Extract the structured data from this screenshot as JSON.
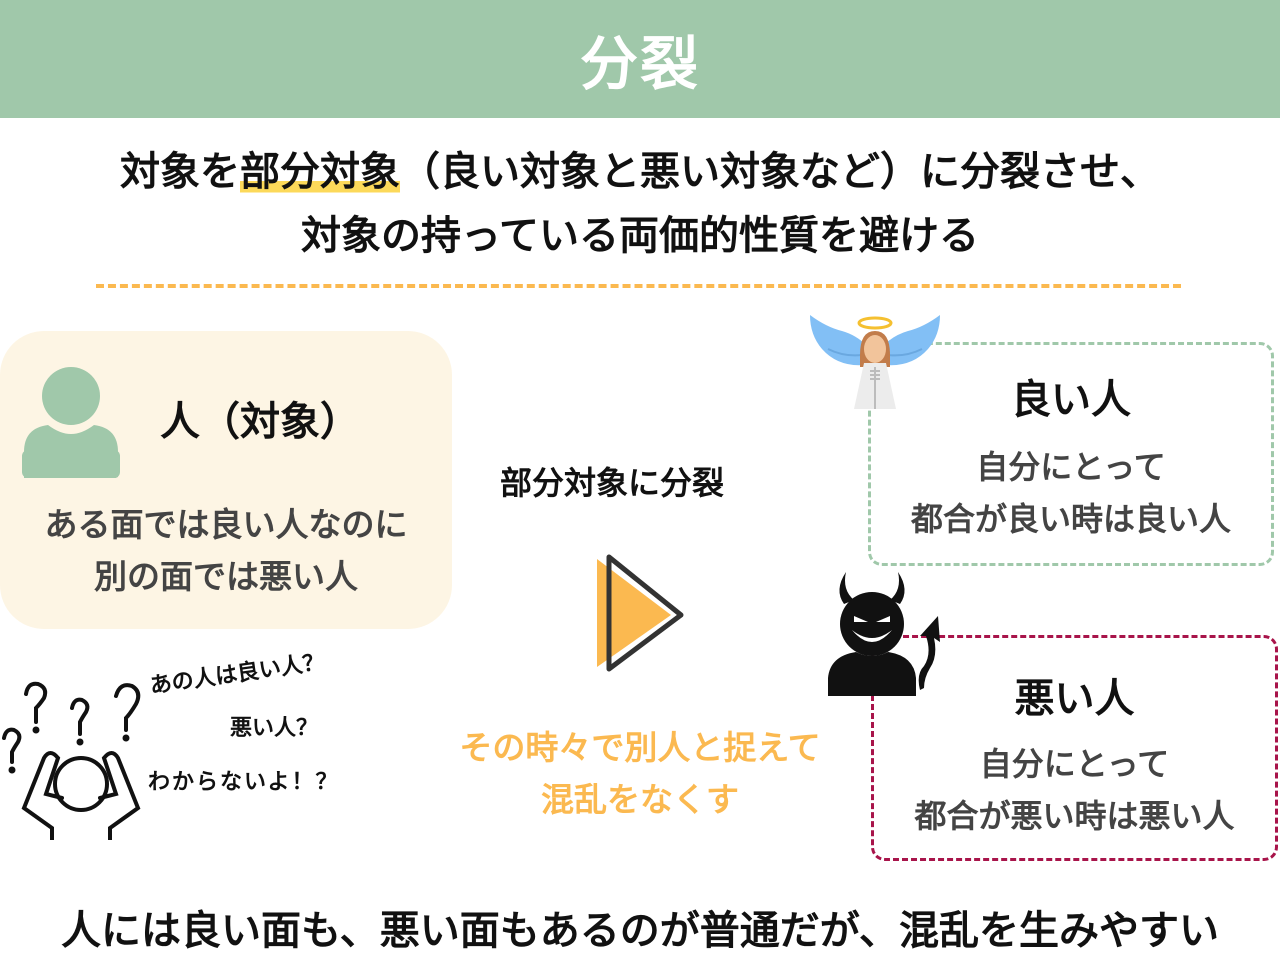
{
  "header": {
    "title": "分裂",
    "bg_color": "#a0c8aa"
  },
  "lead": {
    "line1_pre": "対象を",
    "line1_highlight": "部分対象",
    "line1_post": "（良い対象と悪い対象など）に分裂させ、",
    "line2": "対象の持っている両価的性質を避ける",
    "highlight_color": "#fcd95a"
  },
  "divider": {
    "color": "#fbb950"
  },
  "person_card": {
    "icon": "person-icon",
    "title": "人（対象）",
    "desc_line1": "ある面では良い人なのに",
    "desc_line2": "別の面では悪い人",
    "bg_color": "#fdf5e4"
  },
  "confused": {
    "icon": "confused-person-icon",
    "bubble1": "あの人は良い人？",
    "bubble2": "悪い人？",
    "bubble3": "わからないよ！？"
  },
  "center": {
    "split_label": "部分対象に分裂",
    "arrow_icon": "play-arrow-icon",
    "note_line1": "その時々で別人と捉えて",
    "note_line2": "混乱をなくす",
    "note_color": "#fbb950"
  },
  "good": {
    "icon": "angel-icon",
    "title": "良い人",
    "desc_line1": "自分にとって",
    "desc_line2": "都合が良い時は良い人",
    "border_color": "#a0c8aa"
  },
  "bad": {
    "icon": "devil-icon",
    "title": "悪い人",
    "desc_line1": "自分にとって",
    "desc_line2": "都合が悪い時は悪い人",
    "border_color": "#a8144a"
  },
  "conclusion": "人には良い面も、悪い面もあるのが普通だが、混乱を生みやすい"
}
